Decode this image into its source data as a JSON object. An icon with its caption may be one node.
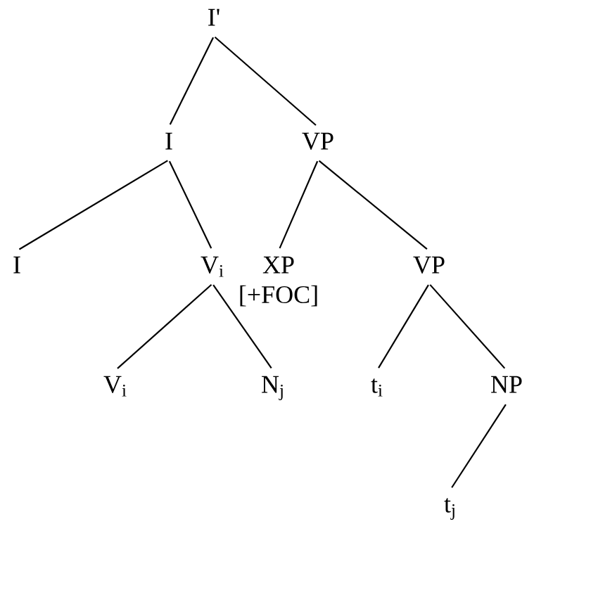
{
  "diagram": {
    "nodes": [
      {
        "text": [
          "I'"
        ]
      },
      {
        "text": [
          "I"
        ]
      },
      {
        "text": [
          "VP"
        ]
      },
      {
        "text": [
          "I"
        ]
      },
      {
        "text": [
          "V$_{i}$"
        ]
      },
      {
        "text": [
          "XP"
        ],
        "beside": [
          "[+FOC]"
        ]
      },
      {
        "text": [
          "VP"
        ]
      },
      {
        "text": [
          "V$_{i}$"
        ]
      },
      {
        "text": [
          "N$_{j}$"
        ]
      },
      {
        "text": [
          "t$_{i}$"
        ]
      },
      {
        "text": [
          "NP"
        ]
      },
      {
        "text": [
          "t$_{j}$"
        ]
      }
    ],
    "edges": [
      {
        "from": 0,
        "to": 1,
        "arrow": "none"
      },
      {
        "from": 0,
        "to": 2,
        "arrow": "none"
      },
      {
        "from": 1,
        "to": 3,
        "arrow": "none"
      },
      {
        "from": 1,
        "to": 4,
        "arrow": "none"
      },
      {
        "from": 2,
        "to": 5,
        "arrow": "none"
      },
      {
        "from": 2,
        "to": 6,
        "arrow": "none"
      },
      {
        "from": 4,
        "to": 7,
        "arrow": "none"
      },
      {
        "from": 4,
        "to": 8,
        "arrow": "none"
      },
      {
        "from": 6,
        "to": 9,
        "arrow": "none"
      },
      {
        "from": 6,
        "to": 10,
        "arrow": "none"
      },
      {
        "from": 10,
        "to": 11,
        "arrow": "none"
      }
    ]
  }
}
